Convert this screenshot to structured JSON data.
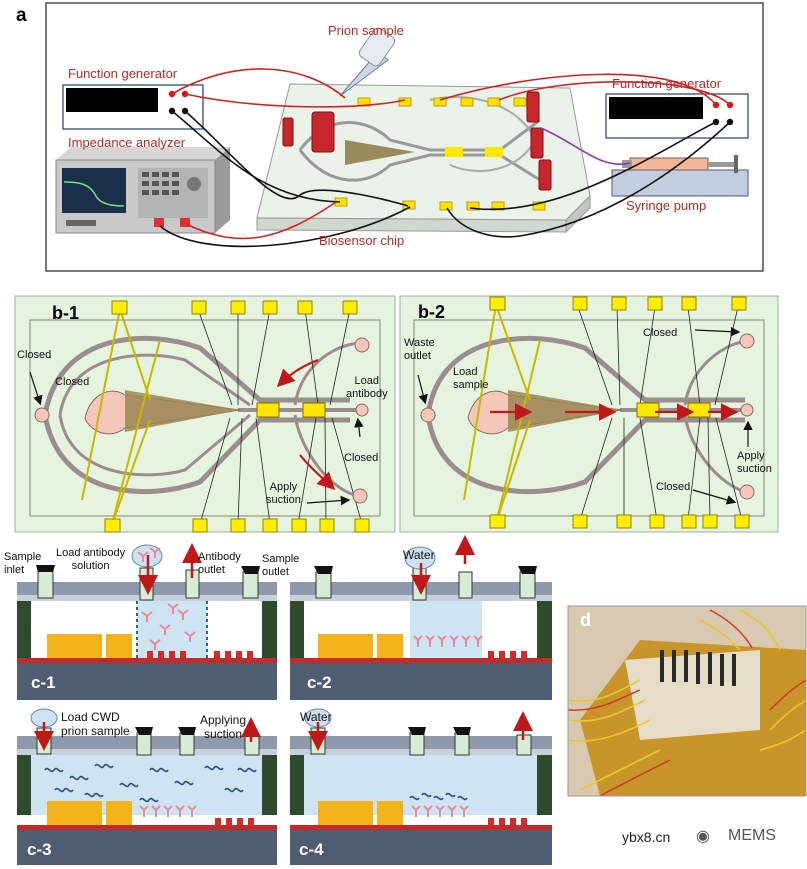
{
  "panel_a": {
    "letter": "a",
    "prion_sample": "Prion sample",
    "function_generator_left": "Function generator",
    "function_generator_right": "Function generator",
    "impedance_analyzer": "Impedance analyzer",
    "syringe_pump": "Syringe pump",
    "biosensor_chip": "Biosensor chip"
  },
  "panel_b1": {
    "letter": "b-1",
    "closed_left": "Closed",
    "closed_inner": "Closed",
    "load_antibody": "Load\nantibody",
    "closed_right": "Closed",
    "apply_suction": "Apply\nsuction"
  },
  "panel_b2": {
    "letter": "b-2",
    "waste_outlet": "Waste\noutlet",
    "load_sample": "Load\nsample",
    "closed_top": "Closed",
    "apply_suction": "Apply\nsuction",
    "closed_bottom": "Closed"
  },
  "panel_c1": {
    "letter": "c-1",
    "sample_inlet": "Sample\ninlet",
    "load_antibody_solution": "Load antibody\nsolution",
    "antibody_outlet": "Antibody\noutlet",
    "sample_outlet": "Sample\noutlet"
  },
  "panel_c2": {
    "letter": "c-2",
    "water": "Water"
  },
  "panel_c3": {
    "letter": "c-3",
    "load_cwd": "Load CWD\nprion sample",
    "applying_suction": "Applying\nsuction"
  },
  "panel_c4": {
    "letter": "c-4",
    "water": "Water"
  },
  "panel_d": {
    "letter": "d"
  },
  "watermark": {
    "site": "ybx8.cn",
    "brand": "MEMS"
  },
  "colors": {
    "chip_green": "#e6f3df",
    "pad_yellow": "#ffee00",
    "wire_red": "#d42222",
    "slate": "#4f5d73",
    "fluid_blue": "#cfe4f2",
    "electrode_orange": "#f4b21b",
    "antibody_pink": "#e98a9c",
    "prion_blue": "#2d4b8c"
  }
}
